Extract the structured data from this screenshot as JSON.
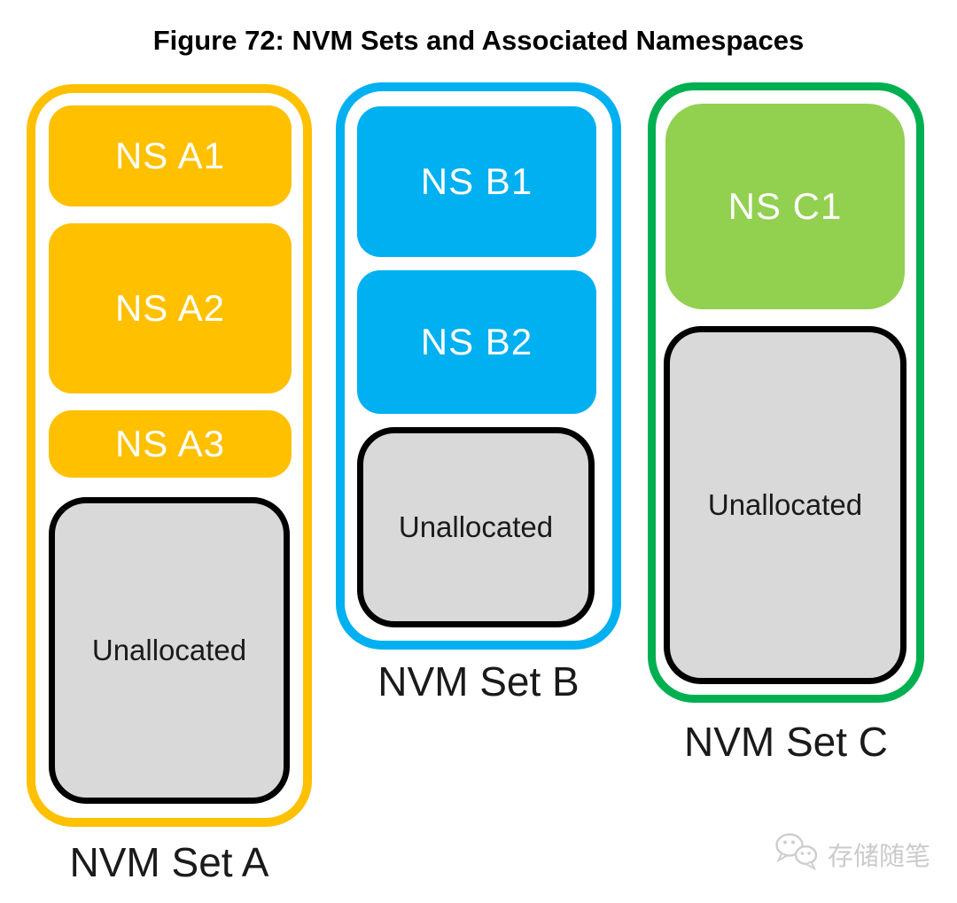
{
  "figure": {
    "title": "Figure 72: NVM Sets and Associated Namespaces"
  },
  "sets": [
    {
      "id": "A",
      "label": "NVM Set A",
      "border_color": "#FFC000",
      "namespace_fill": "#FFC000",
      "namespace_text_color": "#FFFFFF",
      "namespaces": [
        {
          "label": "NS A1"
        },
        {
          "label": "NS A2"
        },
        {
          "label": "NS A3"
        }
      ],
      "unallocated_label": "Unallocated"
    },
    {
      "id": "B",
      "label": "NVM Set B",
      "border_color": "#00B0F0",
      "namespace_fill": "#00B0F0",
      "namespace_text_color": "#FFFFFF",
      "namespaces": [
        {
          "label": "NS B1"
        },
        {
          "label": "NS B2"
        }
      ],
      "unallocated_label": "Unallocated"
    },
    {
      "id": "C",
      "label": "NVM Set C",
      "border_color": "#00B050",
      "namespace_fill": "#92D050",
      "namespace_text_color": "#FFFFFF",
      "namespaces": [
        {
          "label": "NS C1"
        }
      ],
      "unallocated_label": "Unallocated"
    }
  ],
  "unallocated_style": {
    "fill": "#D9D9D9",
    "border_color": "#000000",
    "text_color": "#1A1A1A"
  },
  "watermark": {
    "icon": "wechat-logo-icon",
    "text": "存储随笔",
    "color": "#C9C9C9"
  }
}
